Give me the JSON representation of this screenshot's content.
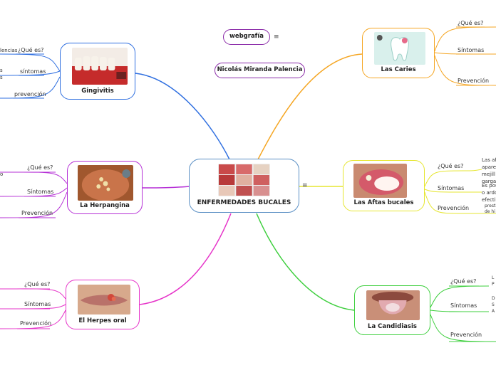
{
  "center": {
    "title": "ENFERMEDADES BUCALES"
  },
  "top_pills": {
    "webgrafia": "webgrafía",
    "author": "Nicolás Miranda Palencia"
  },
  "menu_icon": "≡",
  "topics": {
    "gingivitis": {
      "title": "Gingivitis",
      "labels": [
        "¿Qué es?",
        "síntomas",
        "prevención"
      ],
      "cut": [
        "lencias",
        "s",
        "s"
      ]
    },
    "caries": {
      "title": "Las Caries",
      "labels": [
        "¿Qué es?",
        "Síntomas",
        "Prevención"
      ]
    },
    "herpangina": {
      "title": "La Herpangina",
      "labels": [
        "¿Qué es?",
        "Síntomas",
        "Prevención"
      ],
      "cut": [
        "o"
      ]
    },
    "aftas": {
      "title": "Las Aftas bucales",
      "labels": [
        "¿Qué es?",
        "Síntomas",
        "Prevención"
      ],
      "cut": [
        "Las af",
        "apare",
        "mejill",
        "garga",
        "Es pos",
        "o ardo",
        "efectiv",
        "presti",
        "de hi"
      ]
    },
    "herpes": {
      "title": "El Herpes oral",
      "labels": [
        "¿Qué es?",
        "Síntomas",
        "Prevención"
      ]
    },
    "candidiasis": {
      "title": "La Candidiasis",
      "labels": [
        "¿Qué es?",
        "Síntomas",
        "Prevención"
      ],
      "cut": [
        "L",
        "P",
        "D",
        "S",
        "A"
      ]
    }
  },
  "colors": {
    "gingivitis": "#2f6fe0",
    "caries": "#f5a623",
    "herpangina": "#b52fd6",
    "aftas": "#e6e630",
    "herpes": "#e633c9",
    "candidiasis": "#3ecf3e",
    "center": "#5a8fc4"
  }
}
